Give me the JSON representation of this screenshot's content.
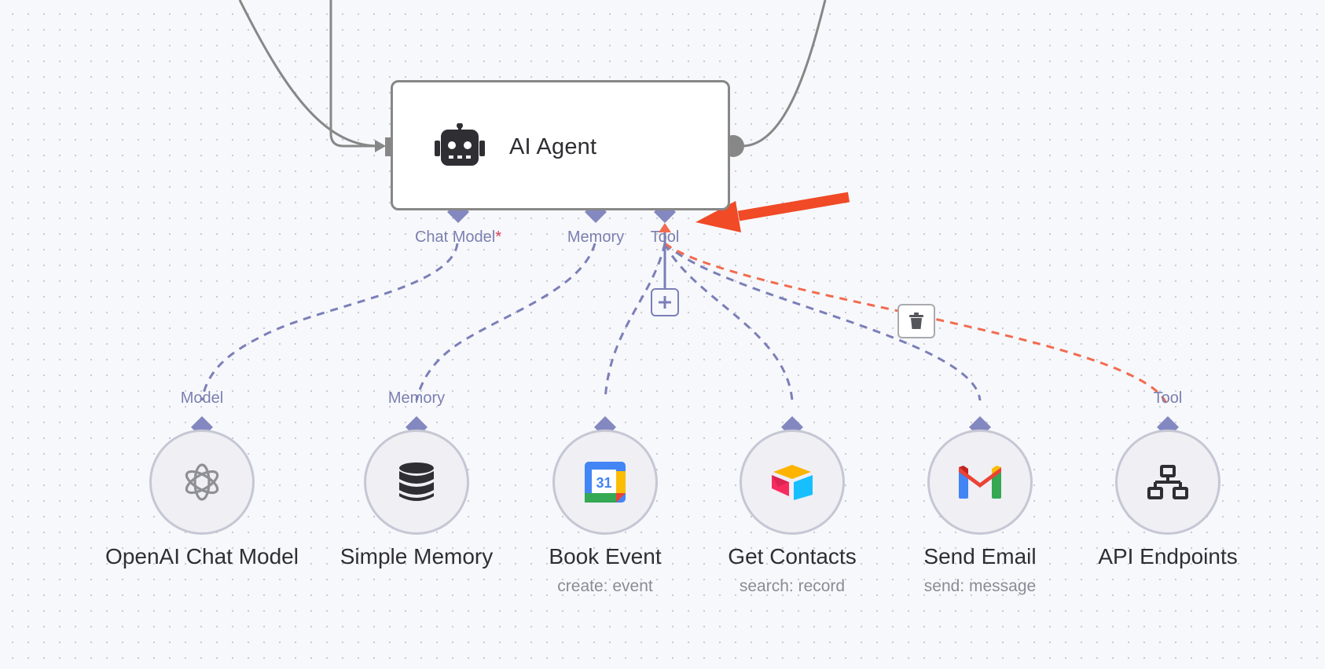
{
  "canvas": {
    "colors": {
      "background": "#f7f8fb",
      "wire_main": "#878787",
      "wire_sub": "#7b7fb8",
      "wire_highlight": "#f26b4f",
      "annotation_arrow": "#f04a26",
      "port": "#8488c0"
    }
  },
  "agent": {
    "title": "AI Agent",
    "icon": "robot-icon",
    "ports": [
      {
        "label": "Chat Model",
        "required_mark": "*"
      },
      {
        "label": "Memory",
        "required_mark": ""
      },
      {
        "label": "Tool",
        "required_mark": ""
      }
    ]
  },
  "connection_actions": {
    "add": "plus-icon",
    "delete": "trash-icon"
  },
  "sub_nodes": [
    {
      "title": "OpenAI Chat Model",
      "subtitle": "",
      "port_label": "Model",
      "icon": "openai-icon"
    },
    {
      "title": "Simple Memory",
      "subtitle": "",
      "port_label": "Memory",
      "icon": "database-icon"
    },
    {
      "title": "Book Event",
      "subtitle": "create: event",
      "port_label": "",
      "icon": "google-calendar-icon"
    },
    {
      "title": "Get Contacts",
      "subtitle": "search: record",
      "port_label": "",
      "icon": "airtable-icon"
    },
    {
      "title": "Send Email",
      "subtitle": "send: message",
      "port_label": "",
      "icon": "gmail-icon"
    },
    {
      "title": "API Endpoints",
      "subtitle": "",
      "port_label": "Tool",
      "icon": "network-icon"
    }
  ]
}
